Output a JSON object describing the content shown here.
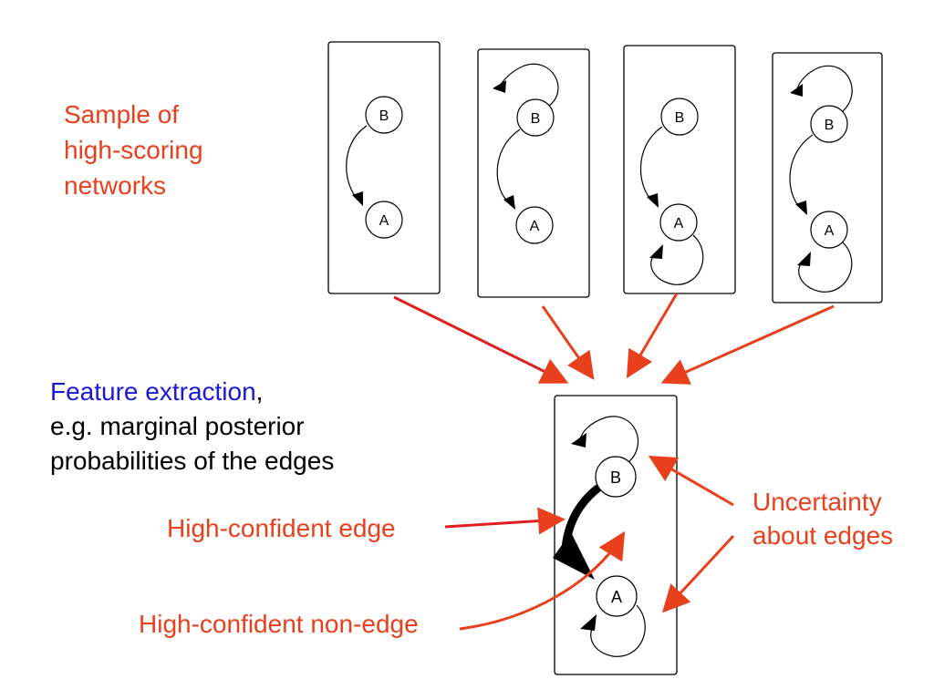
{
  "sample": {
    "line1": "Sample of",
    "line2": "high-scoring",
    "line3": "networks"
  },
  "feature": {
    "highlight": "Feature extraction",
    "comma": ",",
    "line2": "e.g. marginal posterior",
    "line3": "probabilities of the edges"
  },
  "annotations": {
    "high_edge": "High-confident edge",
    "high_nonedge": "High-confident non-edge",
    "uncertainty_line1": "Uncertainty",
    "uncertainty_line2": "about edges"
  },
  "node_labels": {
    "b": "B",
    "a": "A"
  },
  "colors": {
    "accent_red": "#e8401c",
    "arrow_red": "#e02020",
    "highlight_blue": "#1a1ad6"
  }
}
